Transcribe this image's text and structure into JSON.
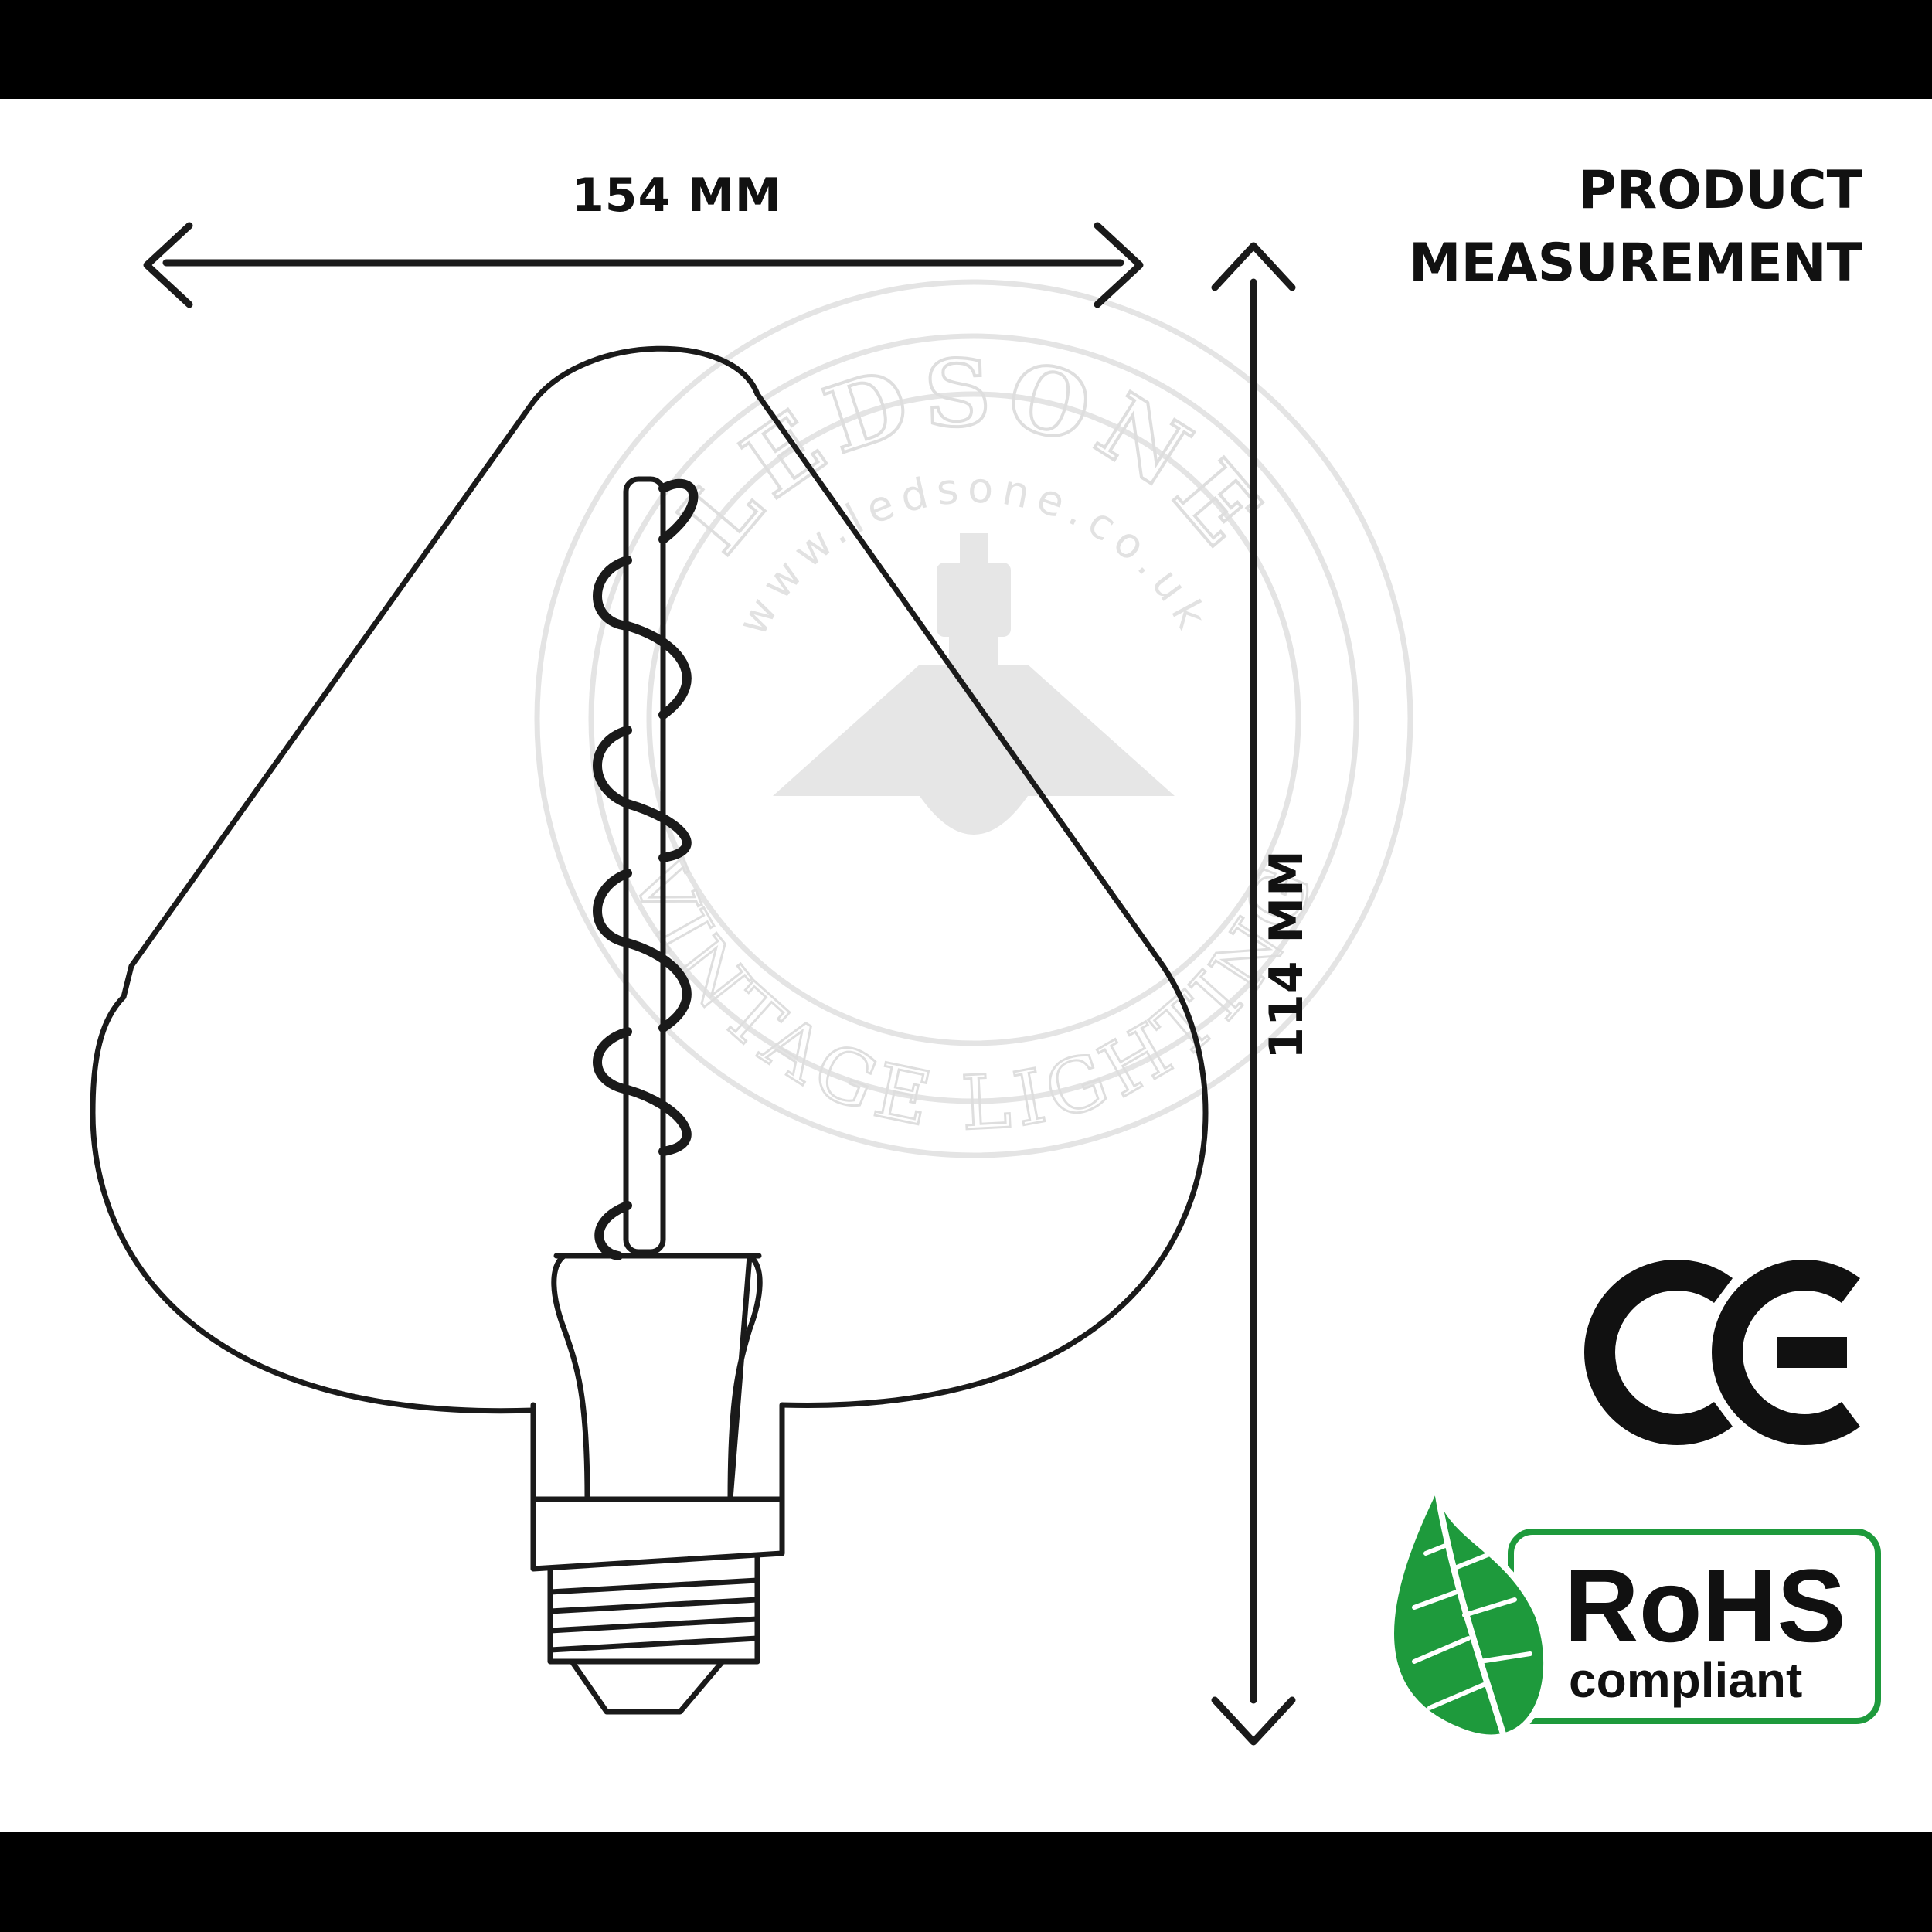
{
  "dimensions": {
    "width_label": "154 MM",
    "height_label": "114 MM"
  },
  "heading": {
    "line1": "PRODUCT",
    "line2": "MEASUREMENT"
  },
  "watermark": {
    "brand": "LEDSONE",
    "url": "www.ledsone.co.uk",
    "tagline": "VINTAGE LIGHTING"
  },
  "badges": {
    "ce": "CE",
    "rohs_title": "RoHS",
    "rohs_sub": "compliant"
  },
  "colors": {
    "line": "#1a1a1a",
    "leaf_green": "#1e9a3c",
    "leaf_dark": "#137a2c",
    "watermark": "#e4e4e4"
  }
}
